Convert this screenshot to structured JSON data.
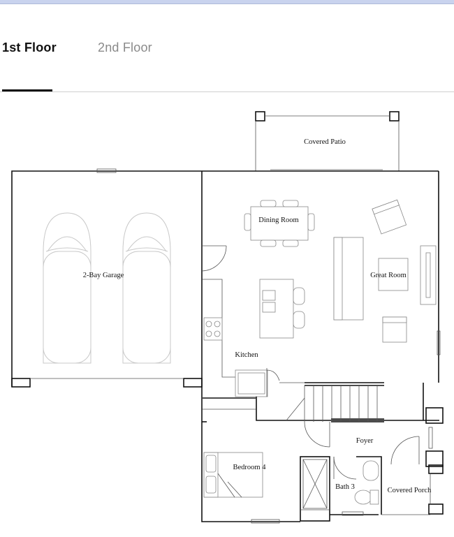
{
  "tabs": {
    "first_floor": "1st Floor",
    "second_floor": "2nd Floor",
    "active": "first_floor"
  },
  "rooms": {
    "covered_patio": "Covered Patio",
    "dining_room": "Dining Room",
    "great_room": "Great Room",
    "garage": "2-Bay Garage",
    "kitchen": "Kitchen",
    "foyer": "Foyer",
    "bedroom_4": "Bedroom 4",
    "bath_3": "Bath 3",
    "covered_porch": "Covered Porch"
  },
  "colors": {
    "active_tab": "#111111",
    "inactive_tab": "#8a8a8a",
    "wall": "#111111",
    "top_strip": "#c9d3ee"
  }
}
